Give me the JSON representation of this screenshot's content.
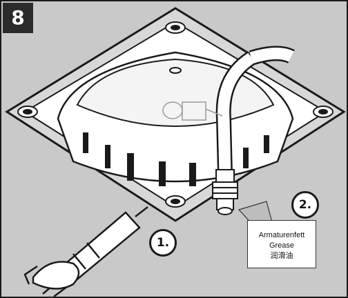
{
  "step": {
    "number": "8"
  },
  "callouts": {
    "one": "1.",
    "two": "2."
  },
  "grease_tag": {
    "line1": "Armaturenfett",
    "line2": "Grease",
    "line3": "润滑油"
  },
  "colors": {
    "background": "#c9c9c9",
    "line": "#1a1a1a",
    "fill_white": "#ffffff",
    "badge": "#2b2b2b"
  }
}
